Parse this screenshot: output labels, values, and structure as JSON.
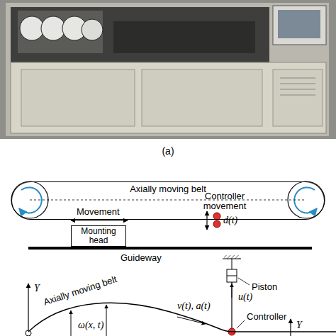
{
  "diagram": {
    "nodes": [
      {
        "text": [
          "Axially moving belt"
        ]
      },
      {
        "text": [
          "Mounting head"
        ]
      }
    ],
    "labels": [
      "(a)",
      "Movement",
      "Controller movement",
      "d(t)",
      "Guideway",
      "Piston",
      "u(t)",
      "Controller",
      "Y",
      "Axially moving belt",
      "v(t), a(t)",
      "ω(x, t)",
      "Y"
    ]
  }
}
